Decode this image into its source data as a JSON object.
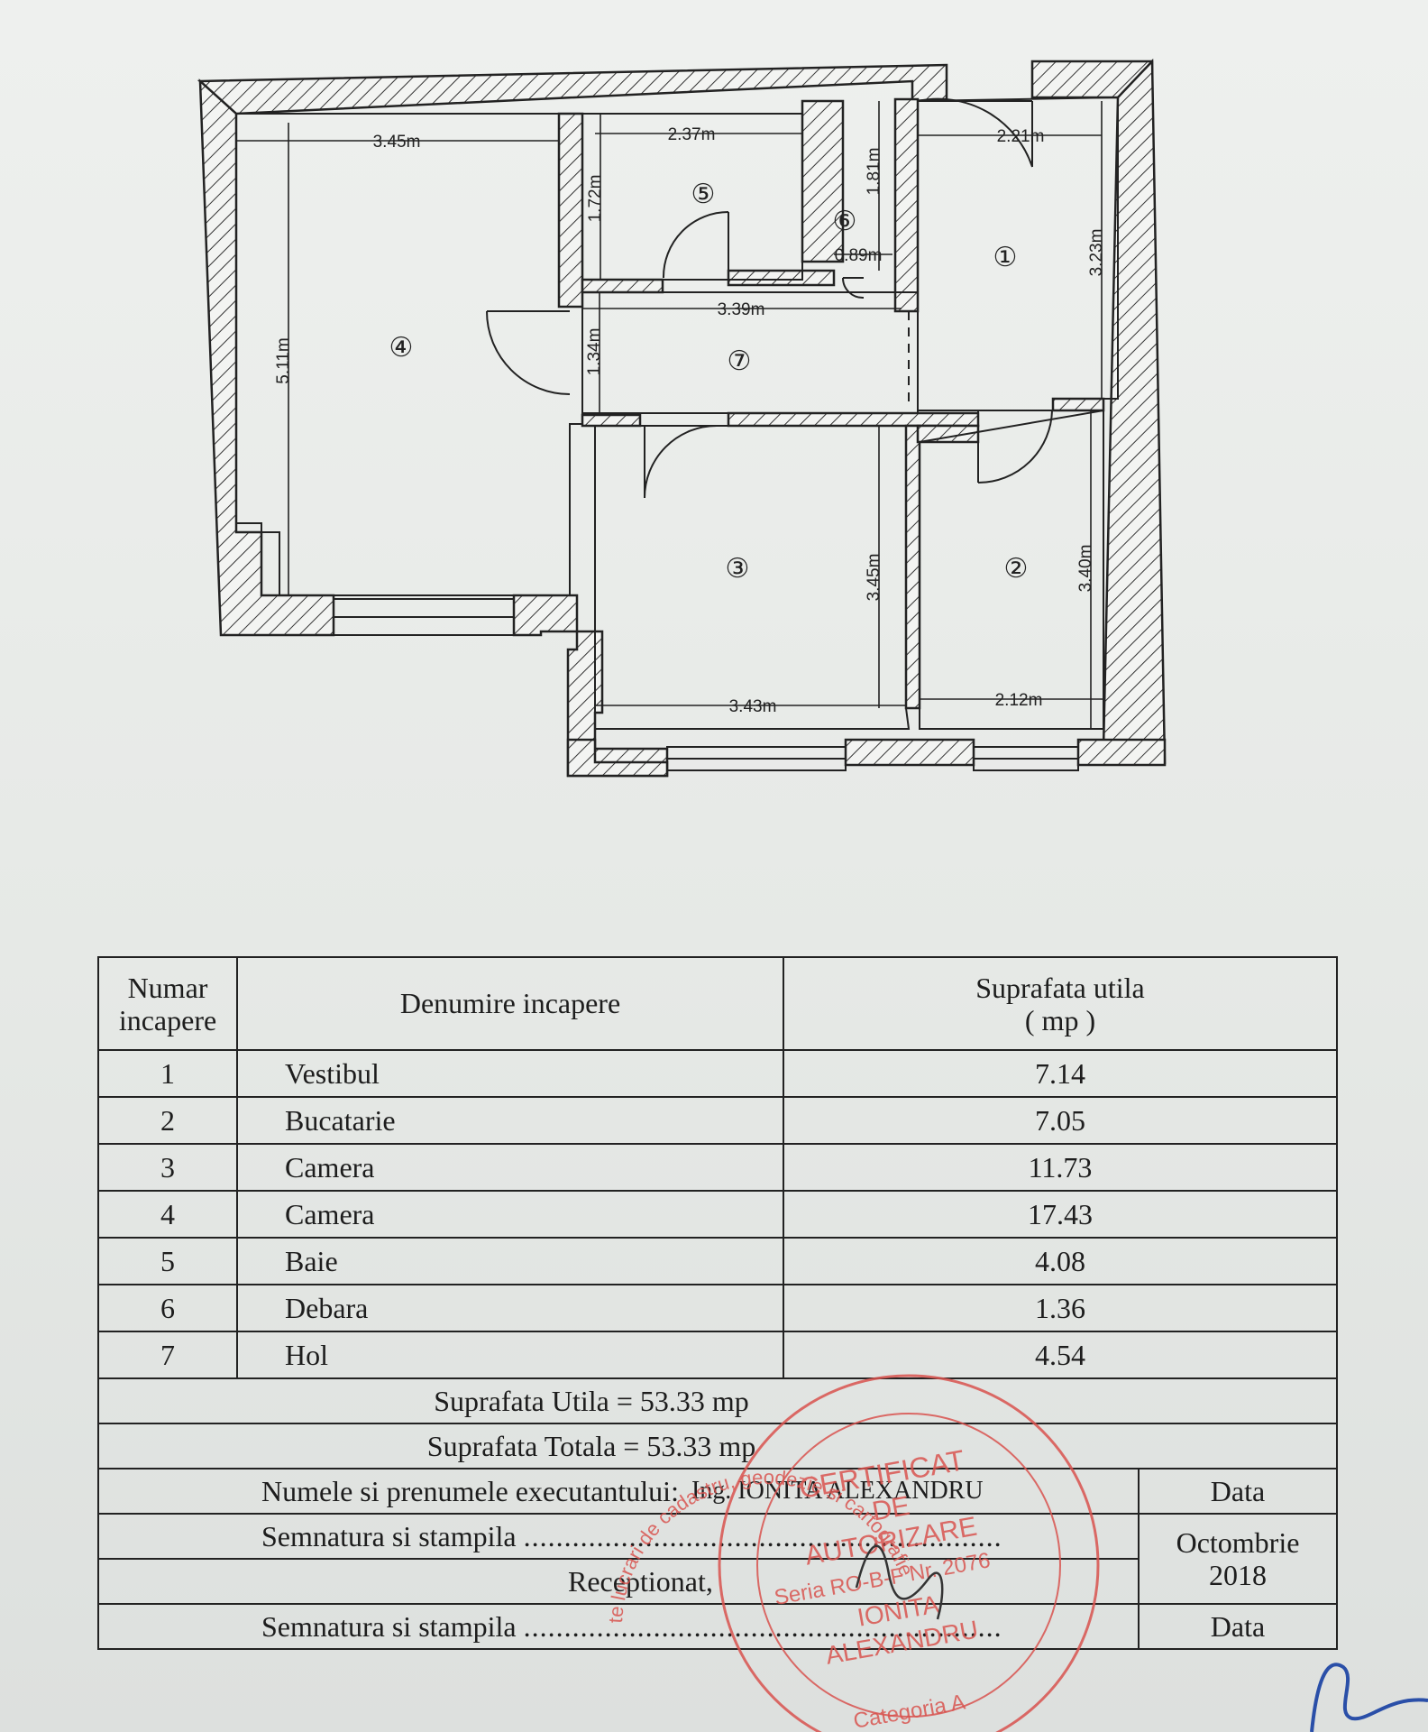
{
  "plan": {
    "dimensions": {
      "r4_width": "3.45m",
      "r4_height": "5.11m",
      "r5_width": "2.37m",
      "r5_height": "1.72m",
      "r6_height": "1.81m",
      "r6_width": "0.89m",
      "r1_width": "2.21m",
      "r1_height": "3.23m",
      "hall_width": "3.39m",
      "hall_height": "1.34m",
      "r3_height": "3.45m",
      "r3_width": "3.43m",
      "r2_height": "3.40m",
      "r2_width": "2.12m"
    },
    "room_numbers": [
      "①",
      "②",
      "③",
      "④",
      "⑤",
      "⑥",
      "⑦"
    ]
  },
  "table": {
    "header": {
      "numar": "Numar",
      "incapere": "incapere",
      "denumire": "Denumire incapere",
      "suprafata": "Suprafata utila",
      "unit": "( mp )"
    },
    "rows": [
      {
        "nr": "1",
        "name": "Vestibul",
        "area": "7.14"
      },
      {
        "nr": "2",
        "name": "Bucatarie",
        "area": "7.05"
      },
      {
        "nr": "3",
        "name": "Camera",
        "area": "11.73"
      },
      {
        "nr": "4",
        "name": "Camera",
        "area": "17.43"
      },
      {
        "nr": "5",
        "name": "Baie",
        "area": "4.08"
      },
      {
        "nr": "6",
        "name": "Debara",
        "area": "1.36"
      },
      {
        "nr": "7",
        "name": "Hol",
        "area": "4.54"
      }
    ],
    "suprafata_utila": "Suprafata Utila = 53.33 mp",
    "suprafata_totala": "Suprafata Totala = 53.33 mp",
    "executant_label": "Numele si prenumele executantului:",
    "executant_name": "Ing. IONITA ALEXANDRU",
    "data_label_1": "Data",
    "data_value_1": "Octombrie",
    "data_value_2": "2018",
    "semnatura_label_1": "Semnatura si stampila",
    "dots": "...........................................................",
    "receptionat": "Receptionat,",
    "semnatura_label_2": "Semnatura si stampila",
    "data_label_2": "Data"
  },
  "stamp": {
    "ring_text": "Persoana fizica autorizata de ANCPI sa execute lucrari de cadastru, geodezie si cartografie",
    "line1": "CERTIFICAT",
    "line2": "DE",
    "line3": "AUTORIZARE",
    "line4": "Seria RO-B-F Nr. 2076",
    "line5": "IONITA",
    "line6": "ALEXANDRU",
    "line7": "Categoria A"
  },
  "colors": {
    "stamp_red": "#d9534f",
    "ink": "#222222",
    "signature_blue": "#2a4fa8"
  }
}
